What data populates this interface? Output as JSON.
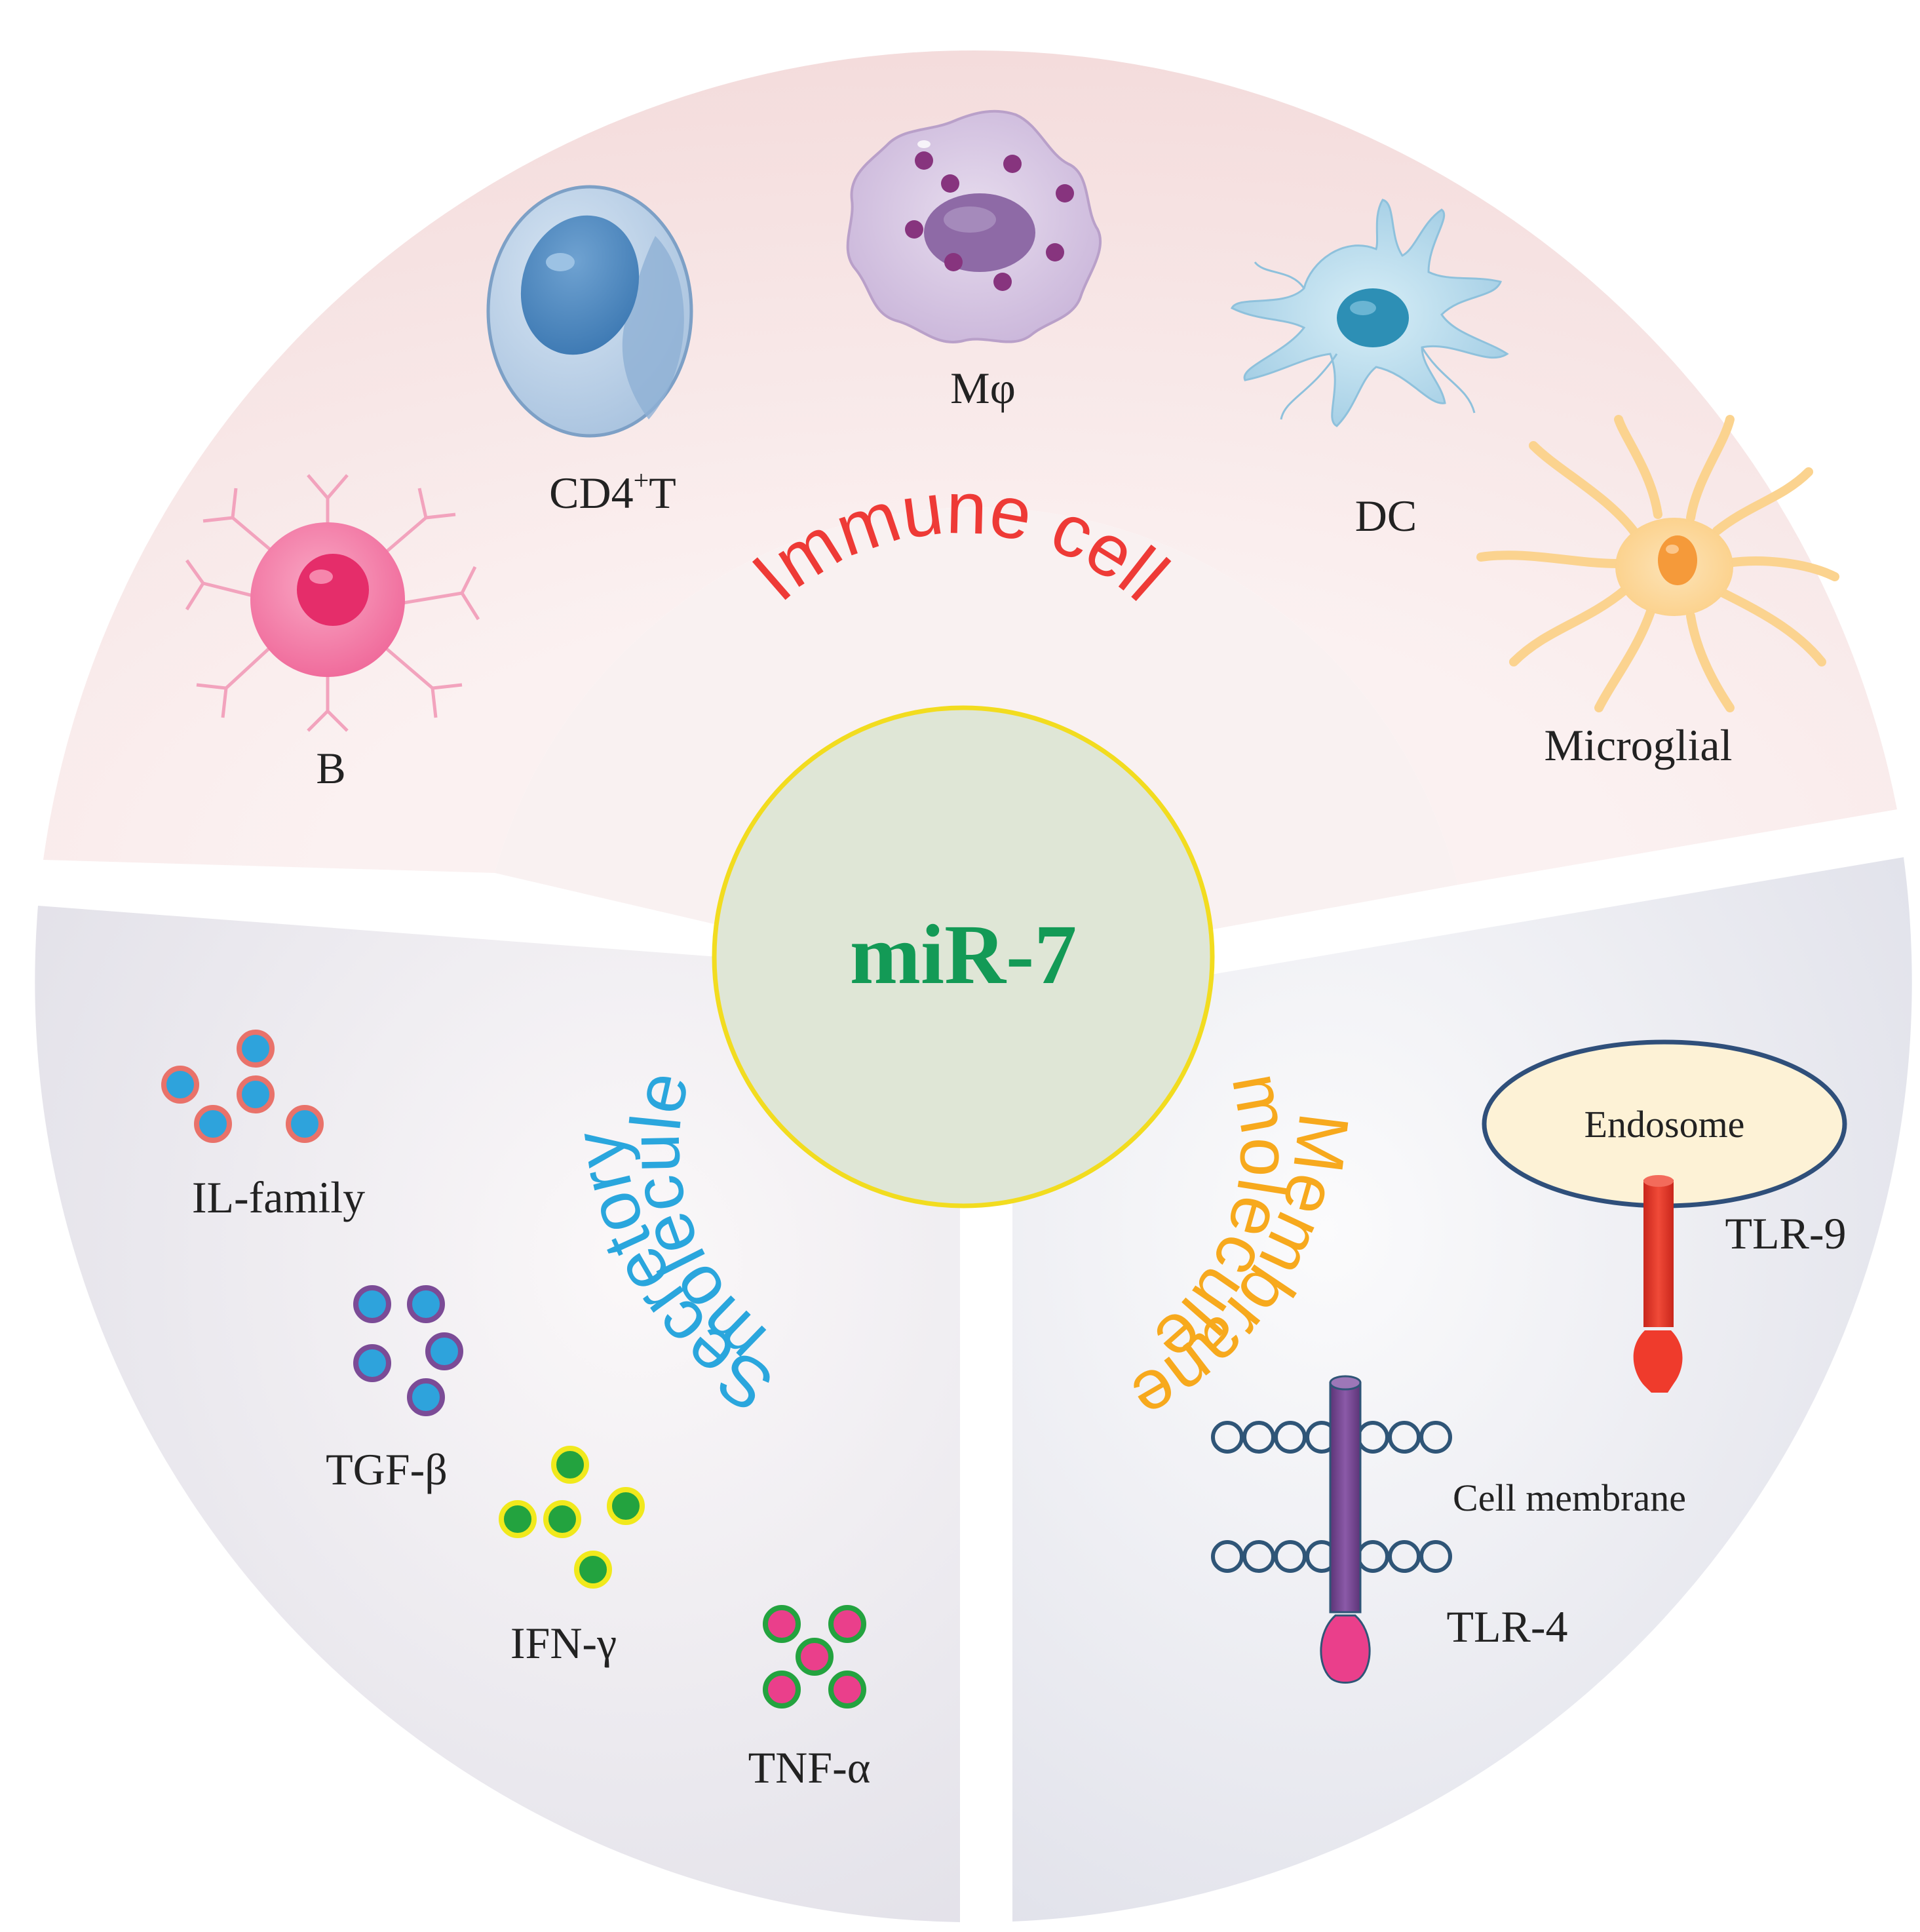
{
  "center": {
    "label": "miR-7",
    "fill": "#dfe6d6",
    "stroke": "#f2dc1f",
    "text_color": "#139a56"
  },
  "sectors": {
    "immune": {
      "title": "Immune cell",
      "title_color": "#ee3a36",
      "bg": "#f6e0e0",
      "cells": [
        {
          "label": "B",
          "icon": "b-cell-icon"
        },
        {
          "label": "CD4",
          "sup": "+",
          "label_end": "T",
          "icon": "cd4-t-cell-icon"
        },
        {
          "label": "Mφ",
          "icon": "macrophage-icon"
        },
        {
          "label": "DC",
          "icon": "dendritic-cell-icon"
        },
        {
          "label": "Microglial",
          "icon": "microglia-icon"
        }
      ]
    },
    "secretory": {
      "title": "Secretory molecule",
      "title_line1": "Secretory",
      "title_line2": "molecule",
      "title_color": "#2aa6dd",
      "bg": "#e6e4ea",
      "molecules": [
        {
          "label": "IL-family",
          "fill": "#2ea3dc",
          "ring": "#e9726a"
        },
        {
          "label": "TGF-β",
          "fill": "#2ea3dc",
          "ring": "#7b4b96"
        },
        {
          "label": "IFN-γ",
          "fill": "#23a33f",
          "ring": "#f1e91c"
        },
        {
          "label": "TNF-α",
          "fill": "#ea3f8b",
          "ring": "#23a33f"
        }
      ]
    },
    "membrane": {
      "title": "Membrane molecule",
      "title_line1": "Membrane",
      "title_line2": "molecule",
      "title_color": "#f7a91d",
      "bg": "#e4e5ec",
      "endosome": "Endosome",
      "cell_membrane": "Cell membrane",
      "receptors": [
        {
          "label": "TLR-9",
          "color": "#ef3b2c"
        },
        {
          "label": "TLR-4",
          "color": "#7b4b96",
          "tip": "#ea3f8b"
        }
      ]
    }
  }
}
